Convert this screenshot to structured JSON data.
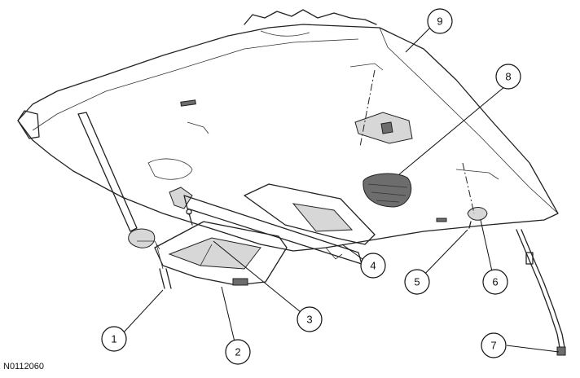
{
  "figure_ref": "N0112060",
  "callouts": [
    {
      "id": "1",
      "label": "1"
    },
    {
      "id": "2",
      "label": "2"
    },
    {
      "id": "3",
      "label": "3"
    },
    {
      "id": "4",
      "label": "4"
    },
    {
      "id": "5",
      "label": "5"
    },
    {
      "id": "6",
      "label": "6"
    },
    {
      "id": "7",
      "label": "7"
    },
    {
      "id": "8",
      "label": "8"
    },
    {
      "id": "9",
      "label": "9"
    }
  ]
}
